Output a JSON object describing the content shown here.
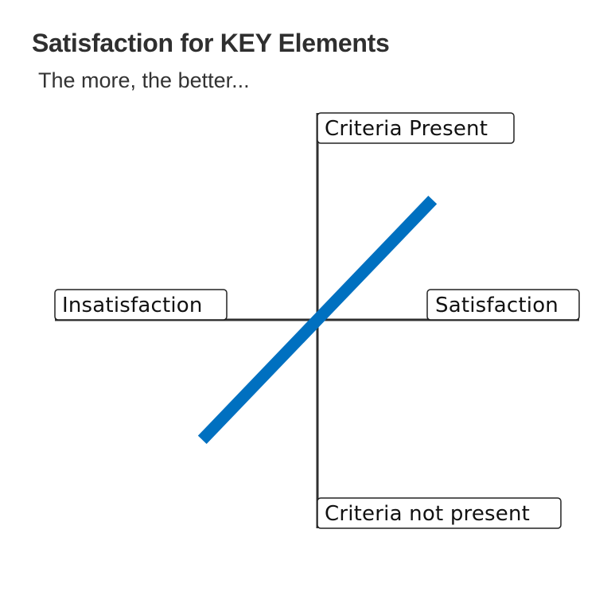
{
  "title": "Satisfaction for KEY Elements",
  "subtitle": "The more, the better...",
  "colors": {
    "line": "#0070C0",
    "axis": "#2f2f2f",
    "text": "#2f2f2f"
  },
  "chart_data": {
    "type": "line",
    "title": "Satisfaction for KEY Elements",
    "subtitle": "The more, the better...",
    "quadrant_labels": {
      "top": "Criteria Present",
      "bottom": "Criteria not present",
      "left": "Insatisfaction",
      "right": "Satisfaction"
    },
    "xlim": [
      -1,
      1
    ],
    "ylim": [
      -1,
      1
    ],
    "grid": false,
    "series": [
      {
        "values": [
          {
            "x": -0.44,
            "y": -0.58
          },
          {
            "x": 0.44,
            "y": 0.58
          }
        ]
      }
    ]
  }
}
